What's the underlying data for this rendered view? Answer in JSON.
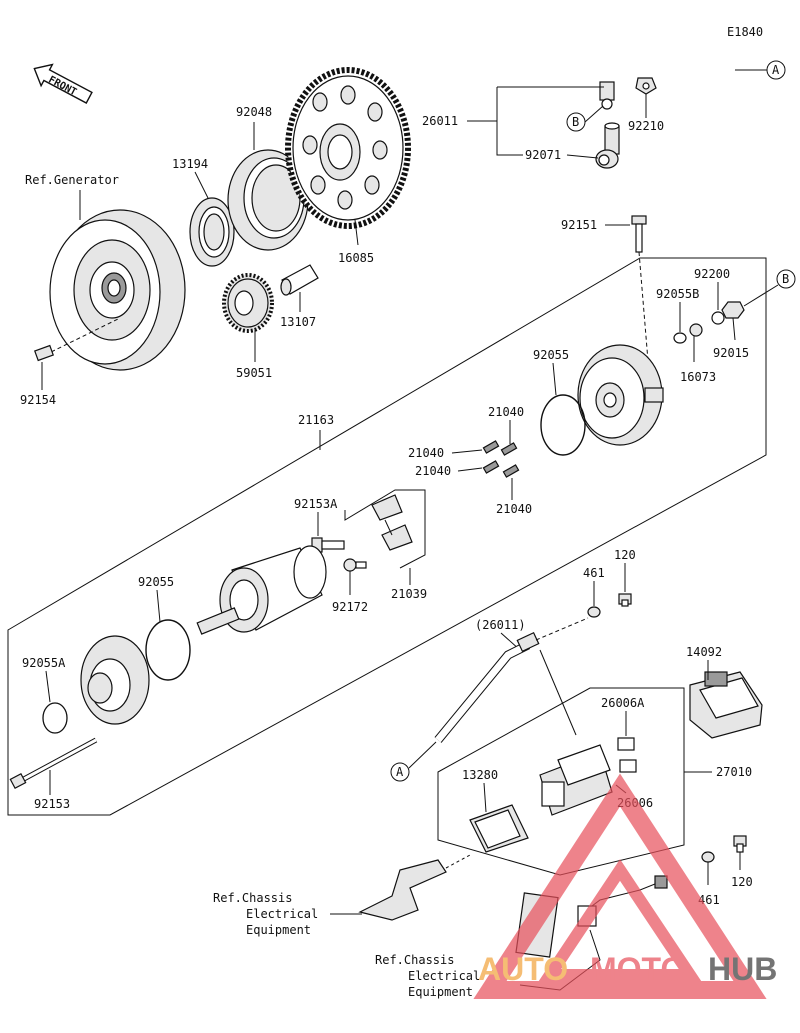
{
  "diagram_code": "E1840",
  "front_label": "FRONT",
  "refs": {
    "generator": "Ref.Generator",
    "chassis1": [
      "Ref.Chassis",
      "Electrical",
      "Equipment"
    ],
    "chassis2": [
      "Ref.Chassis",
      "Electrical",
      "Equipment"
    ]
  },
  "callouts": {
    "A": "A",
    "B": "B"
  },
  "parts": {
    "p26011": "26011",
    "p92210": "92210",
    "p92071": "92071",
    "p92048": "92048",
    "p13194": "13194",
    "p16085": "16085",
    "p13107": "13107",
    "p59051": "59051",
    "p92154": "92154",
    "p92151": "92151",
    "p92200": "92200",
    "p92055B": "92055B",
    "p92015": "92015",
    "p16073": "16073",
    "p92055_top": "92055",
    "p21163": "21163",
    "p21040_a": "21040",
    "p21040_b": "21040",
    "p21040_c": "21040",
    "p21040_d": "21040",
    "p92153A": "92153A",
    "p92172": "92172",
    "p21039": "21039",
    "p92055_left": "92055",
    "p92055A": "92055A",
    "p92153": "92153",
    "p120_top": "120",
    "p461_top": "461",
    "p26011_paren": "(26011)",
    "p14092": "14092",
    "p26006A": "26006A",
    "p27010": "27010",
    "p13280": "13280",
    "p26006": "26006",
    "p461_bot": "461",
    "p120_bot": "120"
  },
  "watermark": {
    "text_auto": "AUTO",
    "text_moto": "MOTO",
    "text_hub": "HUB",
    "color_red": "#e8505b",
    "color_orange": "#f2a23a",
    "color_dark": "#3a3a3a"
  }
}
